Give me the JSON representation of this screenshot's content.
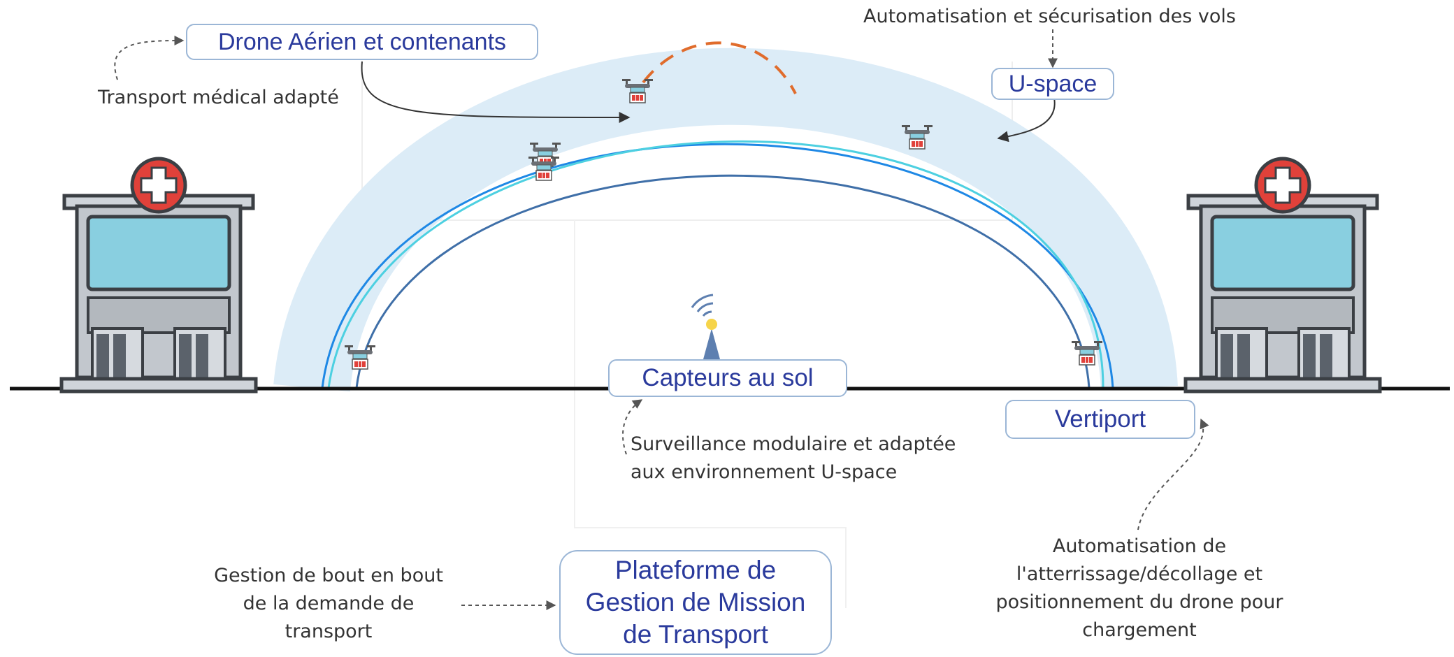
{
  "labels": {
    "drone": "Drone Aérien et contenants",
    "uspace": "U-space",
    "capteurs": "Capteurs au sol",
    "vertiport": "Vertiport",
    "plateforme": [
      "Plateforme de",
      "Gestion de Mission",
      "de Transport"
    ]
  },
  "notes": {
    "transport": "Transport médical adapté",
    "automatisation": "Automatisation et sécurisation des vols",
    "surveillance": [
      "Surveillance modulaire et adaptée",
      "aux environnement U-space"
    ],
    "gestion": [
      "Gestion de bout en bout",
      "de la demande de",
      "transport"
    ],
    "atterrissage": [
      "Automatisation de",
      "l'atterrissage/décollage et",
      "positionnement du drone pour",
      "chargement"
    ]
  },
  "icons": {
    "hospital_left": "hospital-building-icon",
    "hospital_right": "hospital-building-icon",
    "antenna": "signal-antenna-icon",
    "drone": "delivery-drone-icon"
  },
  "colors": {
    "box_text": "#2a3a9c",
    "box_border": "#9bb6d6",
    "arc_band": "#dcecf7",
    "route_blue": "#1e88e5",
    "route_cyan": "#4dd0e1",
    "route_dark": "#3f6fa8",
    "dashed_orange": "#e06c2c",
    "ground": "#111111",
    "hospital_screen": "#89cfe0",
    "hospital_cross": "#e0413a"
  }
}
